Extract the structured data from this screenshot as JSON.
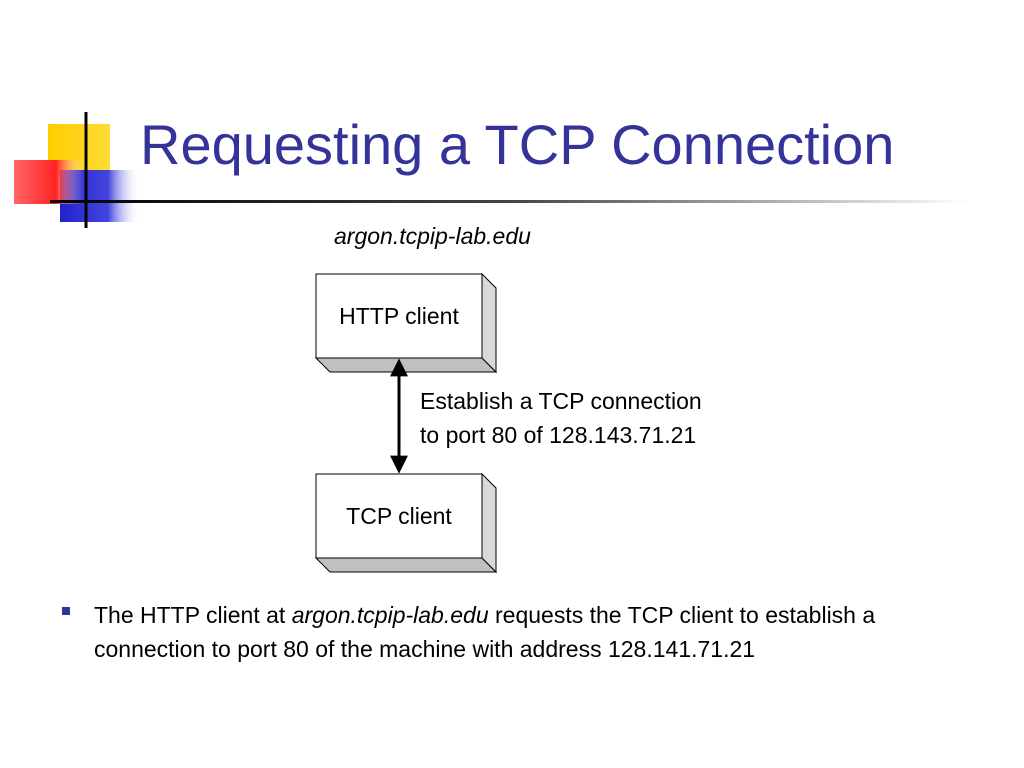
{
  "slide": {
    "title": "Requesting a TCP Connection"
  },
  "diagram": {
    "host_label": "argon.tcpip-lab.edu",
    "top_box": "HTTP client",
    "bottom_box": "TCP client",
    "connection_label_line1": "Establish a TCP connection",
    "connection_label_line2": "to port 80 of 128.143.71.21"
  },
  "bullet": {
    "part1": "The HTTP client at ",
    "host": "argon.tcpip-lab.edu",
    "part2": " requests the TCP client to establish a connection to port 80 of the machine with address 128.141.71.21"
  },
  "colors": {
    "title": "#333399",
    "bullet": "#333399",
    "deco_yellow": "#ffcc00",
    "deco_red": "#ff3333",
    "deco_blue": "#3333cc"
  }
}
